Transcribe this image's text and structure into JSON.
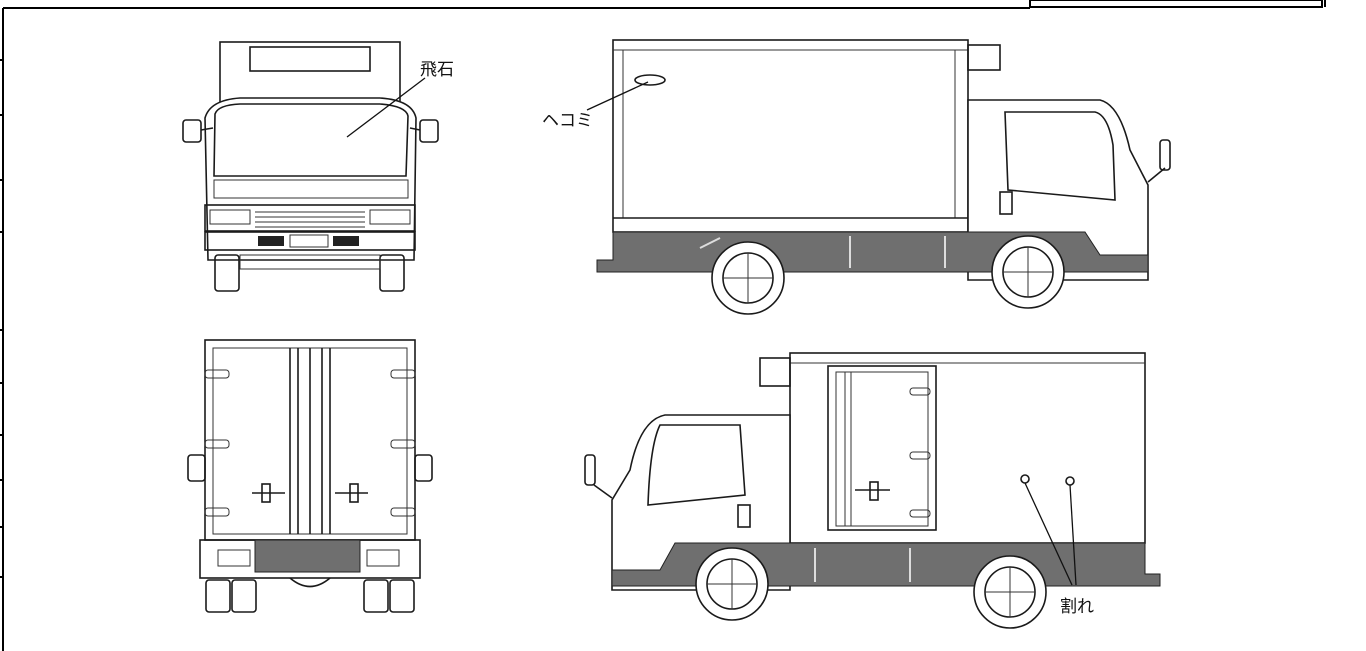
{
  "annotations": {
    "flying_stone": "飛石",
    "dent": "ヘコミ",
    "crack": "割れ"
  },
  "views": [
    "front",
    "left-side",
    "rear",
    "right-side"
  ]
}
